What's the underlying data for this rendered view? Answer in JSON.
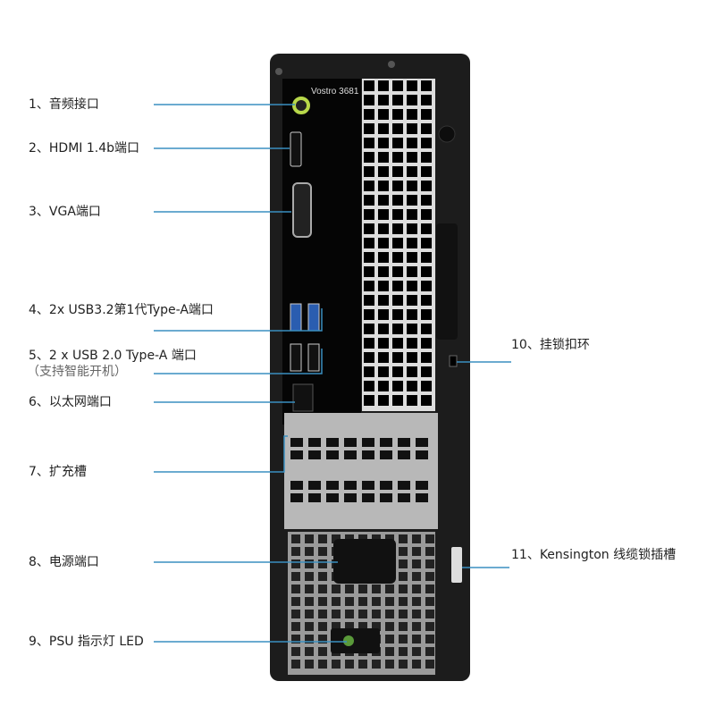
{
  "device": {
    "model_text": "Vostro 3681"
  },
  "callouts_left": [
    {
      "label": "1、音频接口"
    },
    {
      "label": "2、HDMI 1.4b端口"
    },
    {
      "label": "3、VGA端口"
    },
    {
      "label": "4、2x USB3.2第1代Type-A端口"
    },
    {
      "label": "5、2 x USB 2.0 Type-A 端口",
      "note": "（支持智能开机）"
    },
    {
      "label": "6、以太网端口"
    },
    {
      "label": "7、扩充槽"
    },
    {
      "label": "8、电源端口"
    },
    {
      "label": "9、PSU 指示灯 LED"
    }
  ],
  "callouts_right": [
    {
      "label": "10、挂锁扣环"
    },
    {
      "label": "11、Kensington 线缆锁插槽"
    }
  ],
  "colors": {
    "leader_line": "#3a8fc0",
    "case": "#1c1c1c",
    "usb3": "#2a5db0",
    "audio": "#b8d84a"
  }
}
